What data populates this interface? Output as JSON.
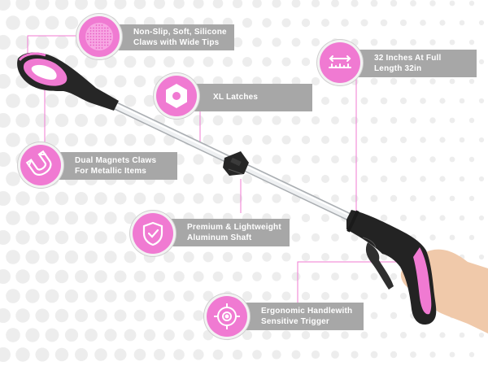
{
  "theme": {
    "accent": "#f07ad2",
    "label_bg": "#a7a7a7",
    "label_text": "#ffffff",
    "dot_color": "#ededed",
    "shaft": "#eceef0",
    "handle": "#2b2b2b"
  },
  "features": [
    {
      "id": "claws",
      "icon": "textured-sphere-icon",
      "text": "Non-Slip, Soft, Silicone\nClaws with Wide Tips"
    },
    {
      "id": "latches",
      "icon": "hexagon-latch-icon",
      "text": "XL Latches"
    },
    {
      "id": "length",
      "icon": "ruler-arrows-icon",
      "text": "32 Inches At Full\nLength 32in"
    },
    {
      "id": "magnets",
      "icon": "magnet-icon",
      "text": "Dual Magnets Claws\nFor Metallic Items"
    },
    {
      "id": "shaft",
      "icon": "shield-check-icon",
      "text": "Premium & Lightweight\nAluminum Shaft"
    },
    {
      "id": "handle",
      "icon": "crosshair-target-icon",
      "text": "Ergonomic Handlewith\nSensitive Trigger"
    }
  ]
}
